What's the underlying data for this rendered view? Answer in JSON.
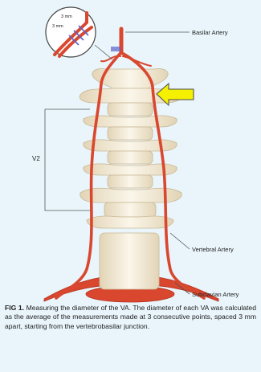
{
  "labels": {
    "basilar": "Basilar Artery",
    "vertebral": "Vertebral Artery",
    "subclavian": "Subclavian Artery",
    "segment": "V2",
    "measure_top": "3 mm",
    "measure_left": "3 mm"
  },
  "caption": {
    "label": "FIG 1.",
    "text": "Measuring the diameter of the VA. The diameter of each VA was calculated as the average of the measurements made at 3 consecutive points, spaced 3 mm apart, starting from the vertebrobasilar junction."
  },
  "colors": {
    "background": "#e9f5fb",
    "artery": "#d9472f",
    "bone": "#f1e7d2",
    "arrow": "#f4f000"
  }
}
